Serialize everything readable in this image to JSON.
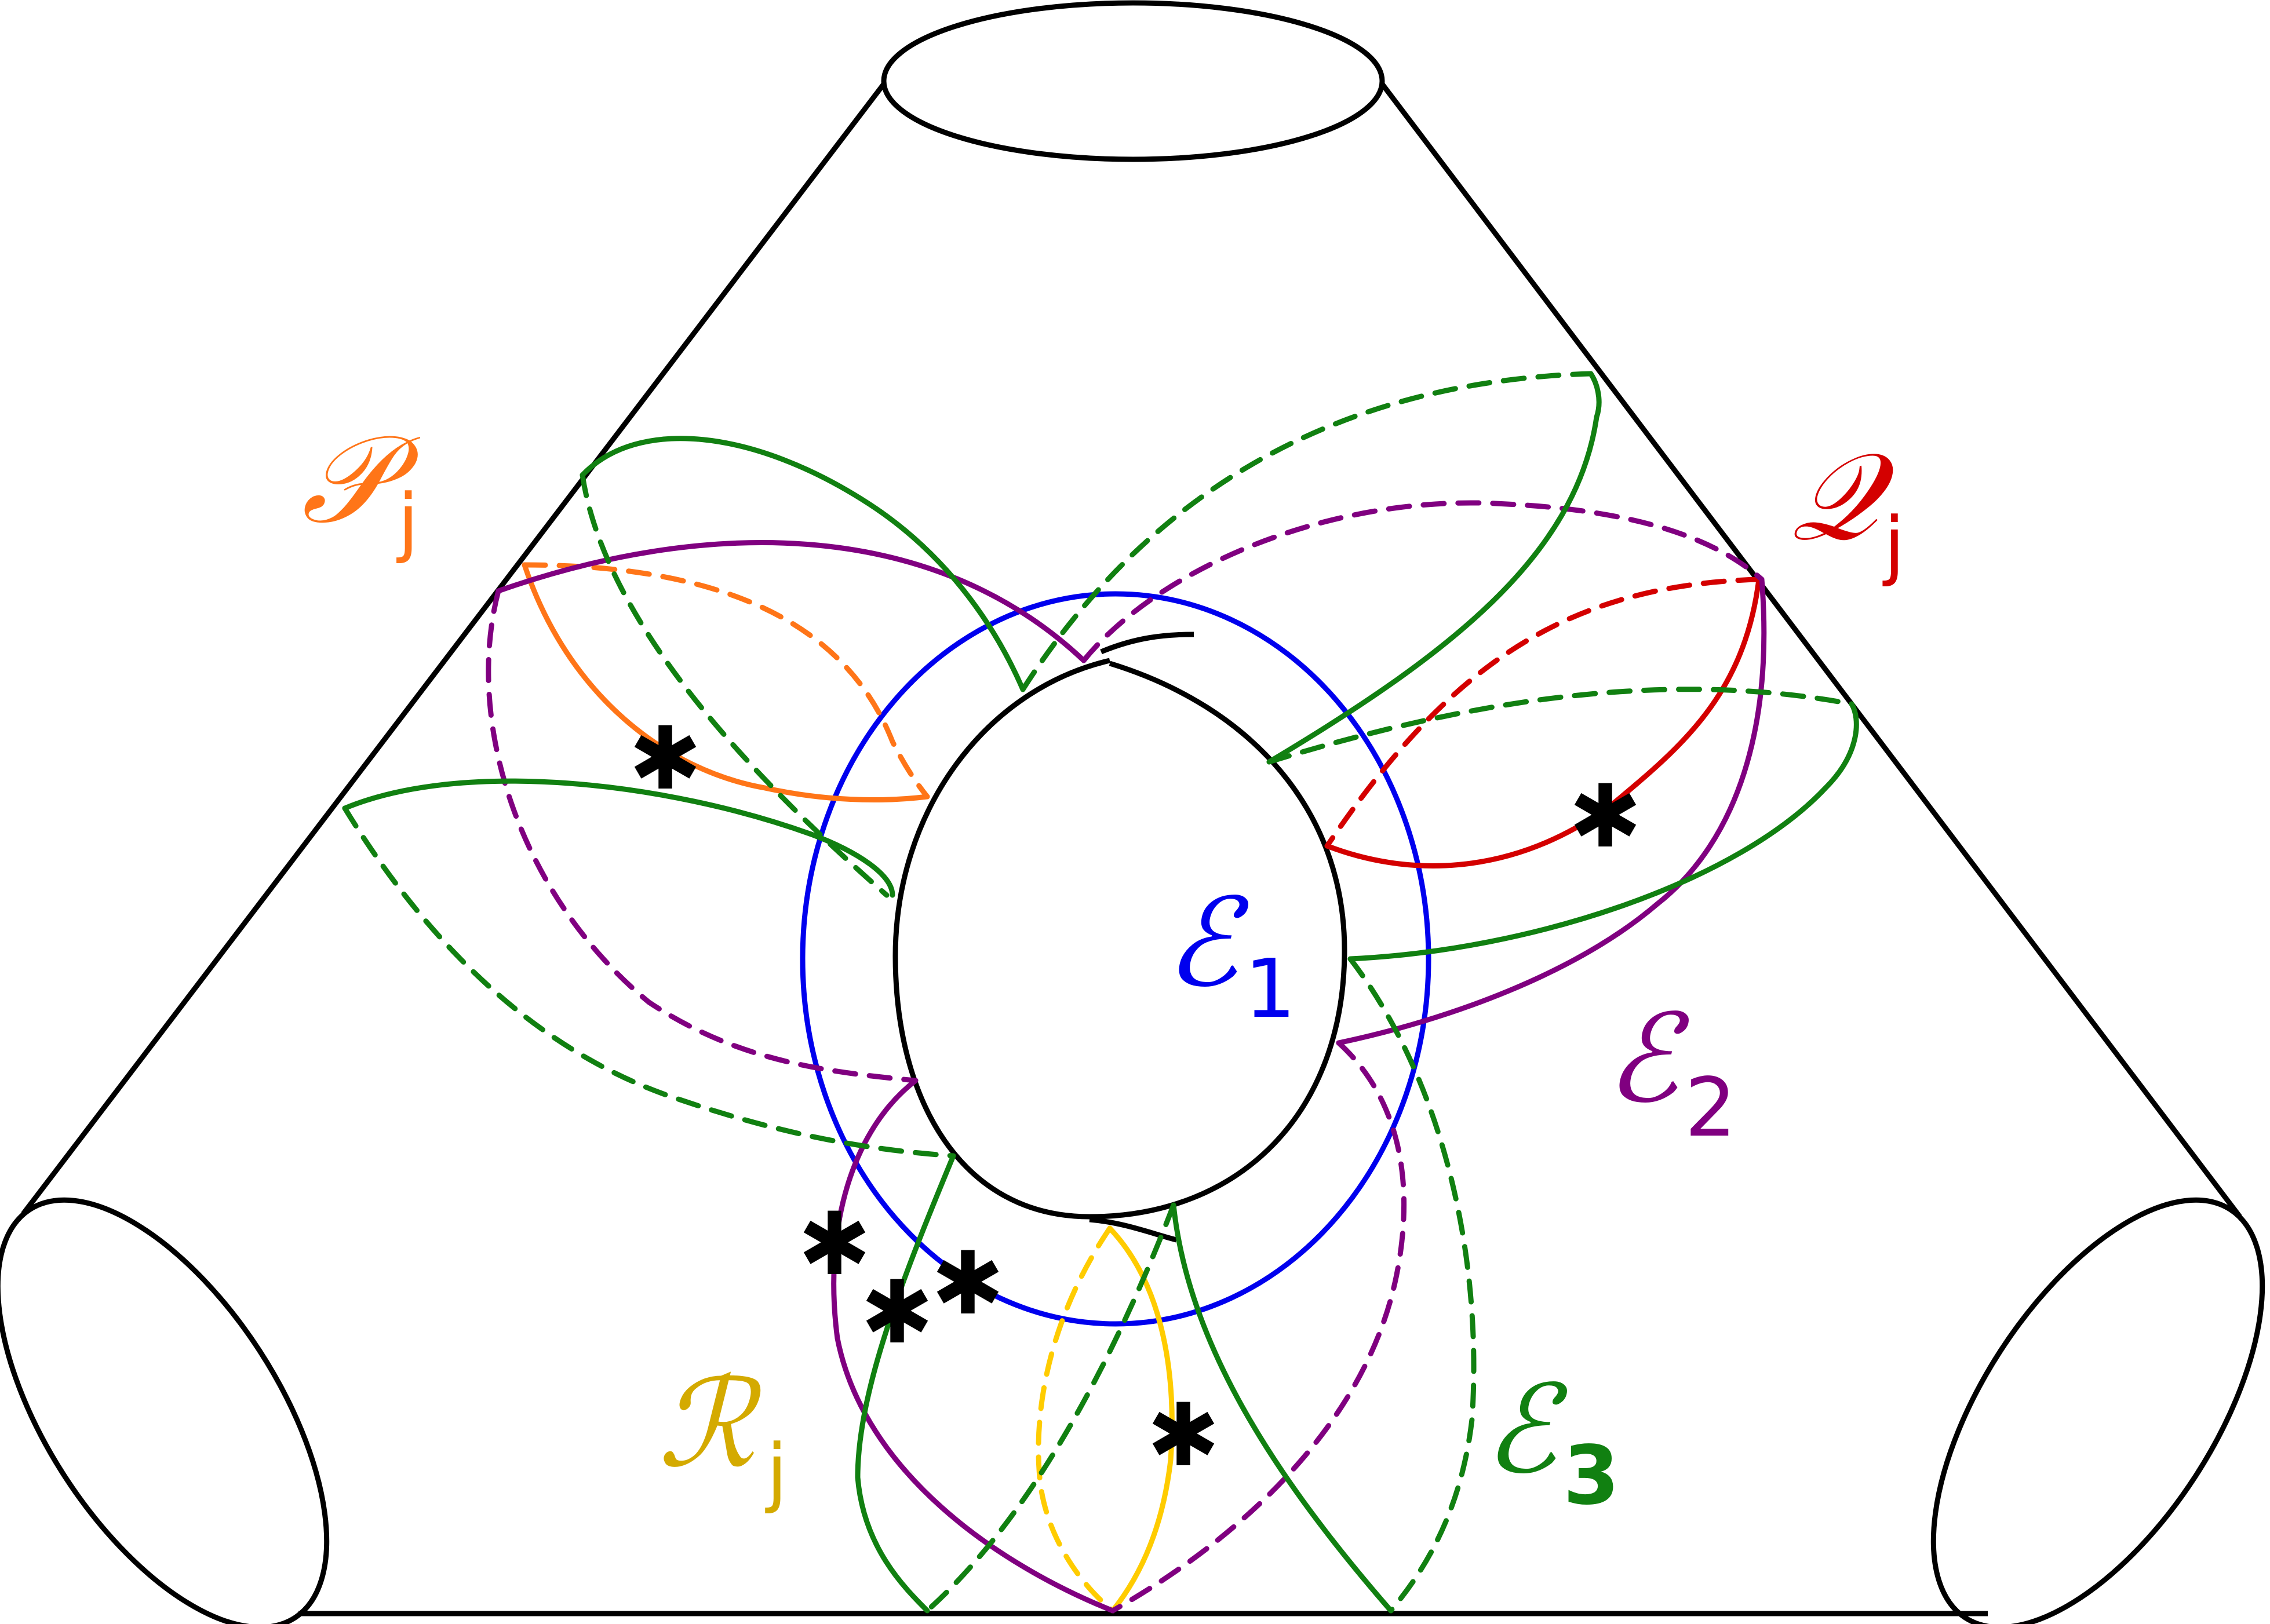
{
  "colors": {
    "outline": "#000000",
    "orange": "#ff7518",
    "red": "#d40000",
    "purple": "#800080",
    "green": "#118011",
    "blue": "#0000ee",
    "yellow": "#ffcc00",
    "label_yellow": "#d4aa00"
  },
  "labels": {
    "p": {
      "main": "𝒫",
      "sub": "j"
    },
    "q": {
      "main": "𝒬",
      "sub": "j"
    },
    "r": {
      "main": "ℛ",
      "sub": "j"
    },
    "e1": {
      "main": "ℰ",
      "sub": "1"
    },
    "e2": {
      "main": "ℰ",
      "sub": "2"
    },
    "e3": {
      "main": "ℰ",
      "sub": "3"
    }
  },
  "marker_glyph": "✱"
}
